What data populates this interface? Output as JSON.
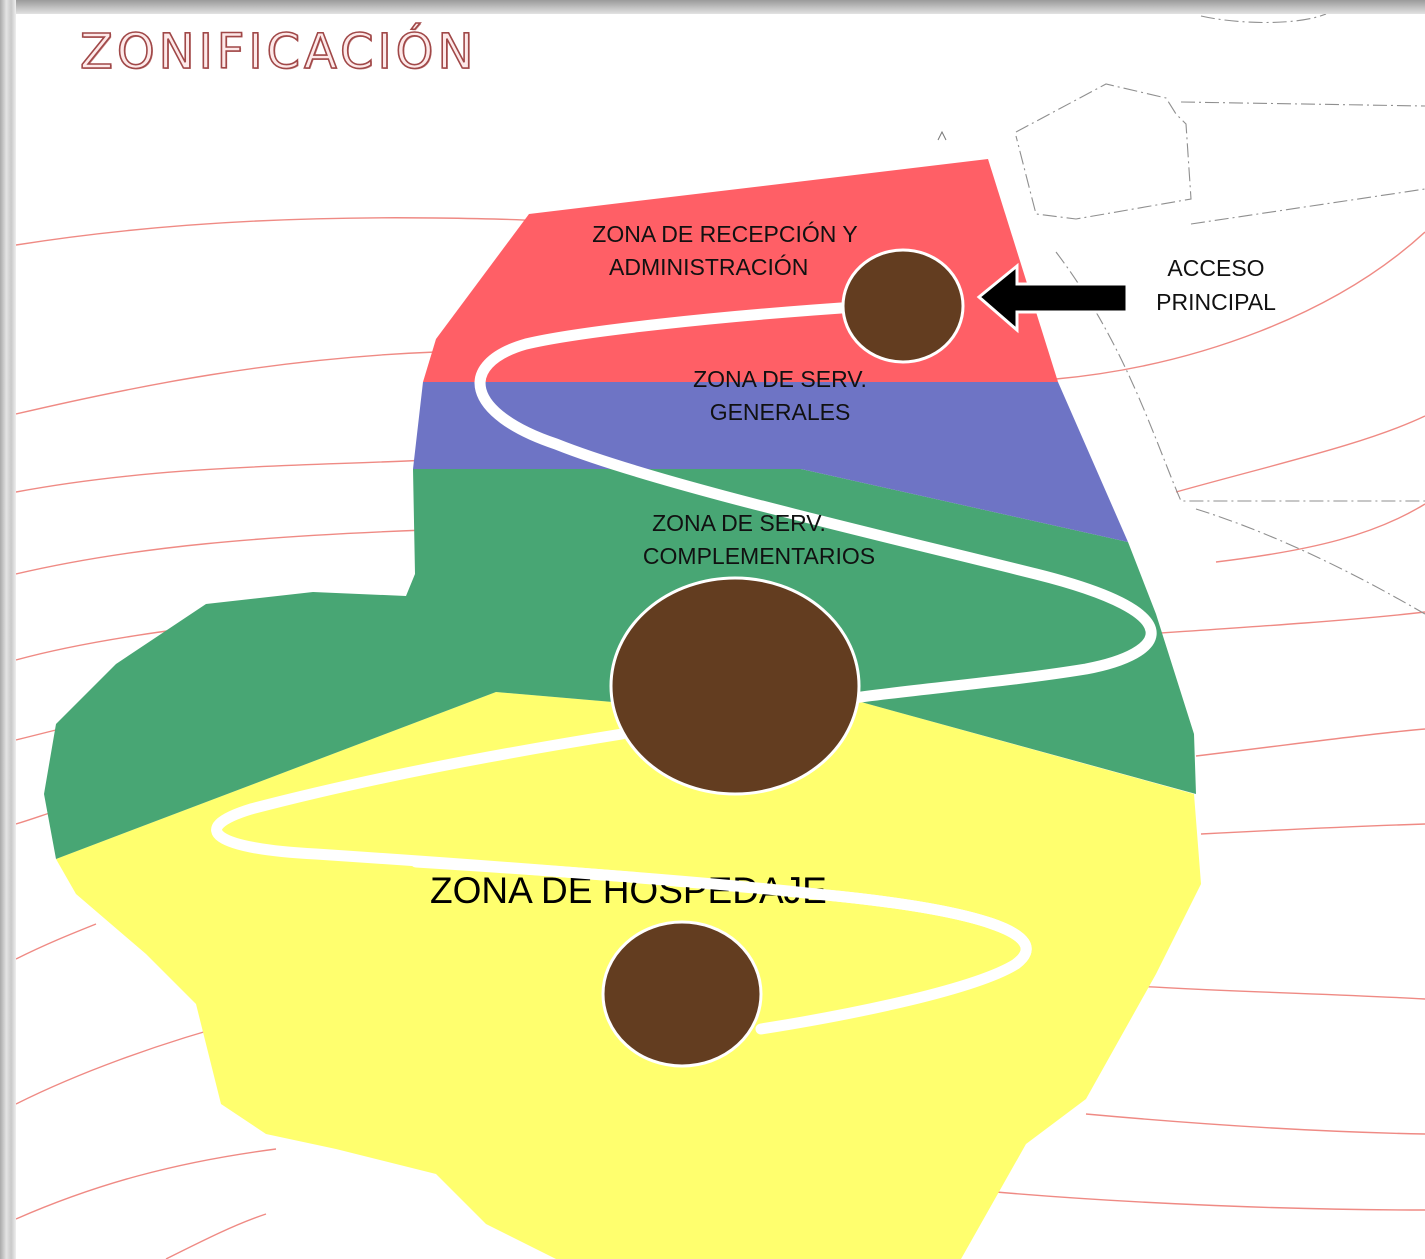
{
  "title": "ZONIFICACIÓN",
  "zones": {
    "reception": {
      "line1": "ZONA DE RECEPCIÓN Y",
      "line2": "ADMINISTRACIÓN",
      "color": "#ff5f66"
    },
    "general_services": {
      "line1": "ZONA DE SERV.",
      "line2": "GENERALES",
      "color": "#6e74c5"
    },
    "complementary_services": {
      "line1": "ZONA DE SERV.",
      "line2": "COMPLEMENTARIOS",
      "color": "#48a674"
    },
    "lodging": {
      "label": "ZONA DE HOSPEDAJE",
      "color": "#ffff6e"
    }
  },
  "access": {
    "line1": "ACCESO",
    "line2": "PRINCIPAL"
  },
  "colors": {
    "contour": "#ef8a84",
    "node": "#633d20",
    "path": "#ffffff",
    "title": "#a04848",
    "arrow": "#000000"
  }
}
